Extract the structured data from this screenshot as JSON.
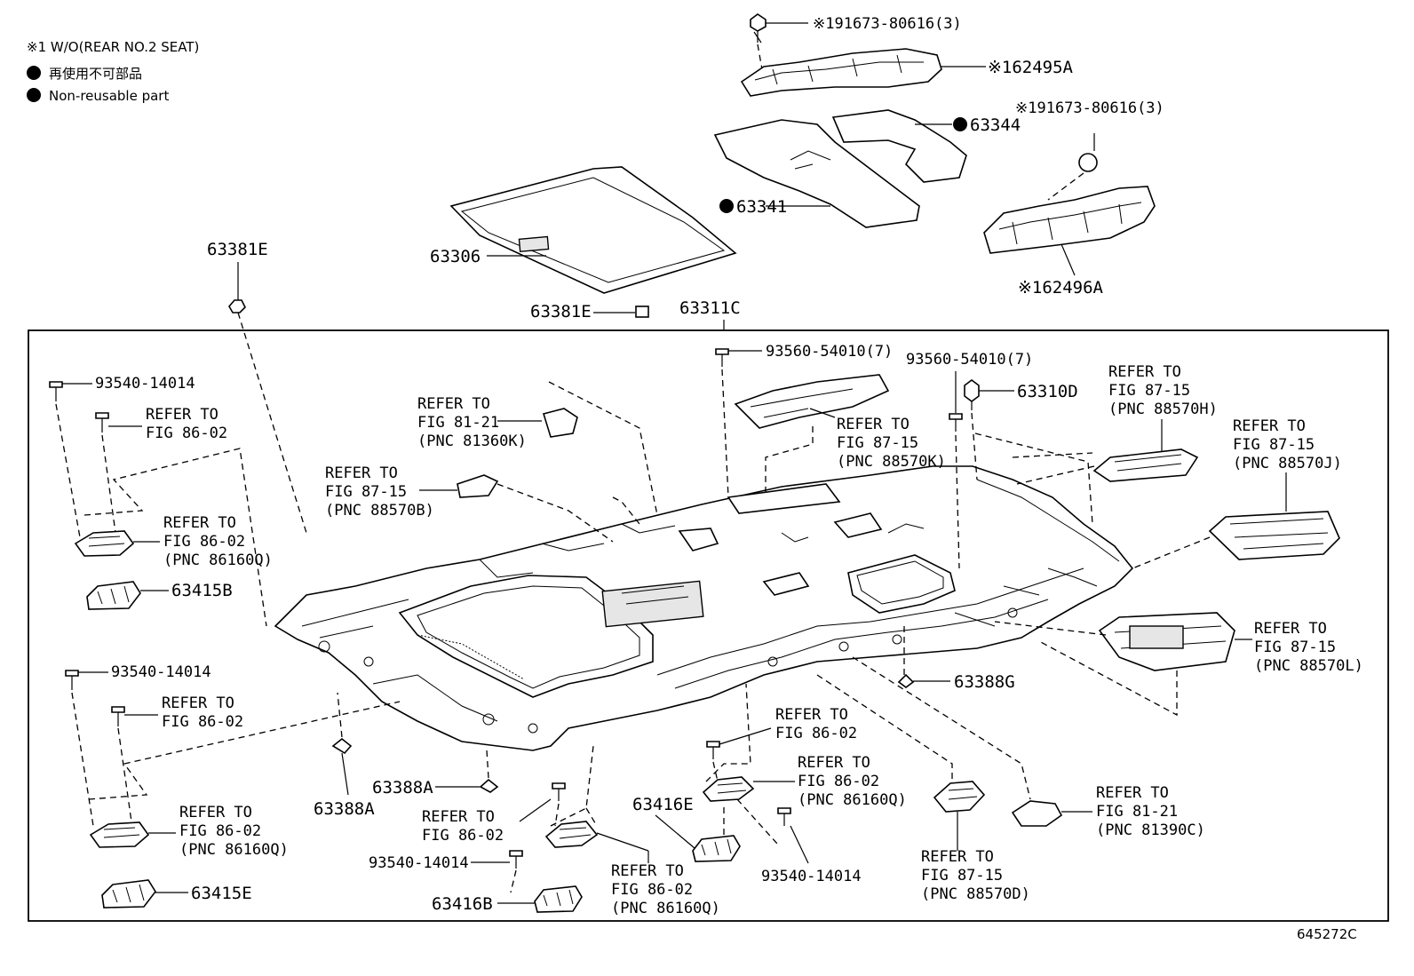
{
  "legend": {
    "note1": "※1 W/O(REAR NO.2 SEAT)",
    "note2": "再使用不可部品",
    "note3": "Non-reusable part"
  },
  "labels": {
    "p191673_top": "※191673-80616(3)",
    "p62495A": "※162495A",
    "p191673_right": "※191673-80616(3)",
    "p63344": "63344",
    "p63341": "63341",
    "p62496A": "※162496A",
    "p63306": "63306",
    "p63381E_left": "63381E",
    "p63381E_mid": "63381E",
    "p63311C": "63311C",
    "p93560_a": "93560-54010(7)",
    "p93560_b": "93560-54010(7)",
    "p63310D": "63310D",
    "p93540_a": "93540-14014",
    "p93540_b": "93540-14014",
    "p93540_c": "93540-14014",
    "p93540_d": "93540-14014",
    "p63415B": "63415B",
    "p63415E": "63415E",
    "p63388G": "63388G",
    "p63388A_a": "63388A",
    "p63388A_b": "63388A",
    "p63416E": "63416E",
    "p63416B": "63416B",
    "footer_code": "645272C"
  },
  "refers": {
    "r8121_top": [
      "REFER TO",
      "FIG 81-21",
      "(PNC 81360K)"
    ],
    "r8715_B": [
      "REFER TO",
      "FIG 87-15",
      "(PNC 88570B)"
    ],
    "r8715_K": [
      "REFER TO",
      "FIG 87-15",
      "(PNC 88570K)"
    ],
    "r8715_H": [
      "REFER TO",
      "FIG 87-15",
      "(PNC 88570H)"
    ],
    "r8715_J": [
      "REFER TO",
      "FIG 87-15",
      "(PNC 88570J)"
    ],
    "r8715_L": [
      "REFER TO",
      "FIG 87-15",
      "(PNC 88570L)"
    ],
    "r8602_a": [
      "REFER TO",
      "FIG 86-02"
    ],
    "r8602_Q1": [
      "REFER TO",
      "FIG 86-02",
      "(PNC 86160Q)"
    ],
    "r8602_b": [
      "REFER TO",
      "FIG 86-02"
    ],
    "r8602_Q2": [
      "REFER TO",
      "FIG 86-02",
      "(PNC 86160Q)"
    ],
    "r8602_c": [
      "REFER TO",
      "FIG 86-02"
    ],
    "r8602_Q3": [
      "REFER TO",
      "FIG 86-02",
      "(PNC 86160Q)"
    ],
    "r8602_d": [
      "REFER TO",
      "FIG 86-02"
    ],
    "r8602_Q4": [
      "REFER TO",
      "FIG 86-02",
      "(PNC 86160Q)"
    ],
    "r8121_C": [
      "REFER TO",
      "FIG 81-21",
      "(PNC 81390C)"
    ],
    "r8715_D": [
      "REFER TO",
      "FIG 87-15",
      "(PNC 88570D)"
    ]
  },
  "colors": {
    "line": "#000000",
    "background": "#ffffff"
  }
}
